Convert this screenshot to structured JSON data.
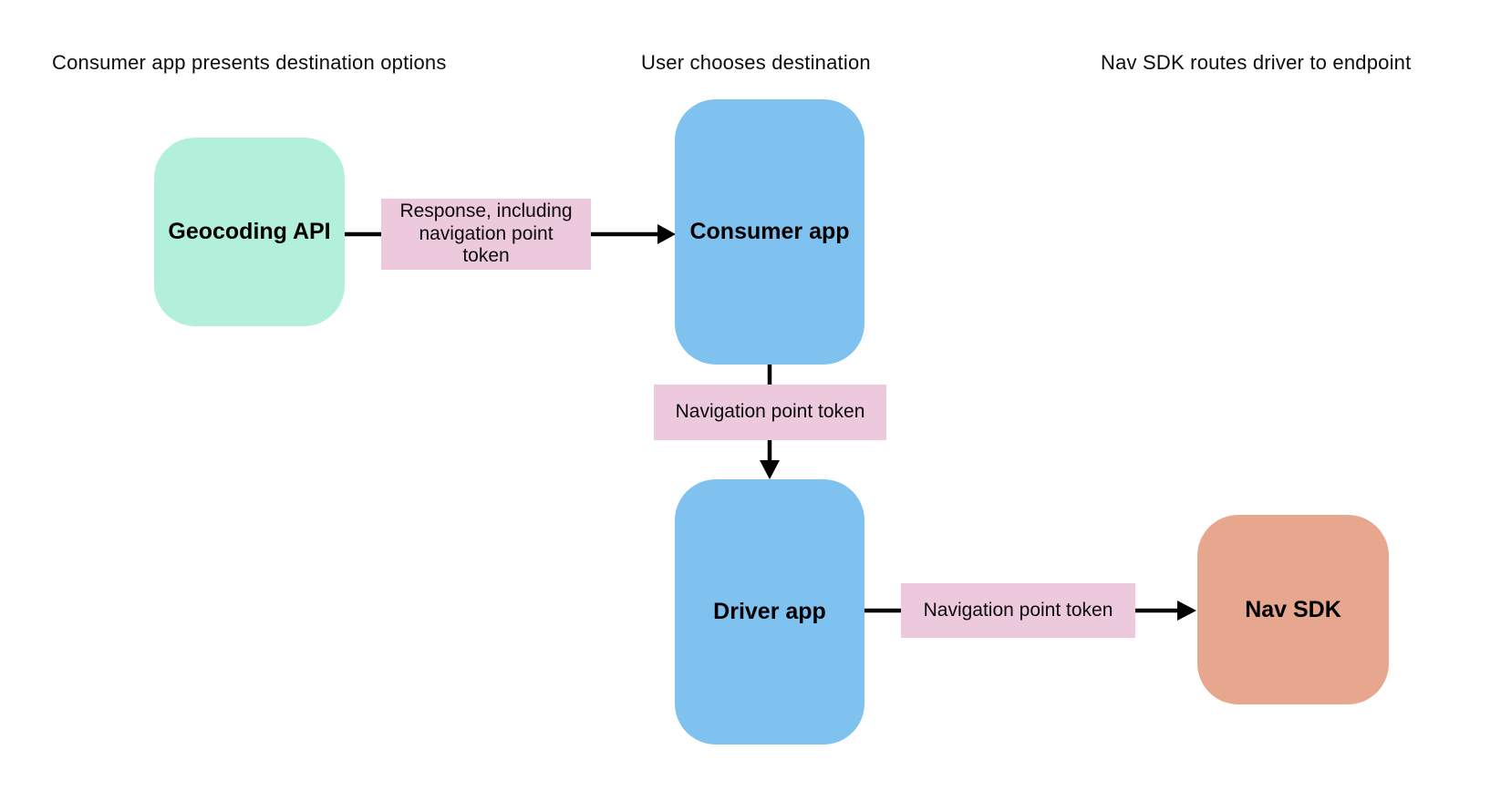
{
  "captions": [
    {
      "text": "Consumer app presents destination options"
    },
    {
      "text": "User chooses destination"
    },
    {
      "text": "Nav SDK routes driver to endpoint"
    }
  ],
  "nodes": [
    {
      "label": "Geocoding API",
      "color": "#b3f0dc"
    },
    {
      "label": "Consumer app",
      "color": "#7fc2f0"
    },
    {
      "label": "Driver app",
      "color": "#7fc2f0"
    },
    {
      "label": "Nav SDK",
      "color": "#e6a78e"
    }
  ],
  "edge_labels": [
    {
      "color": "#edc9de",
      "lines": [
        "Response, including",
        "navigation point",
        "token"
      ]
    },
    {
      "color": "#edc9de",
      "lines": [
        "Navigation point token"
      ]
    },
    {
      "color": "#edc9de",
      "lines": [
        "Navigation point token"
      ]
    }
  ],
  "colors": {
    "background": "#ffffff",
    "node_mint": "#b3f0dc",
    "node_blue": "#7fc2f0",
    "node_salmon": "#e6a78e",
    "label_pink": "#edc9de",
    "arrow": "#000000",
    "text": "#0d0d0d"
  }
}
